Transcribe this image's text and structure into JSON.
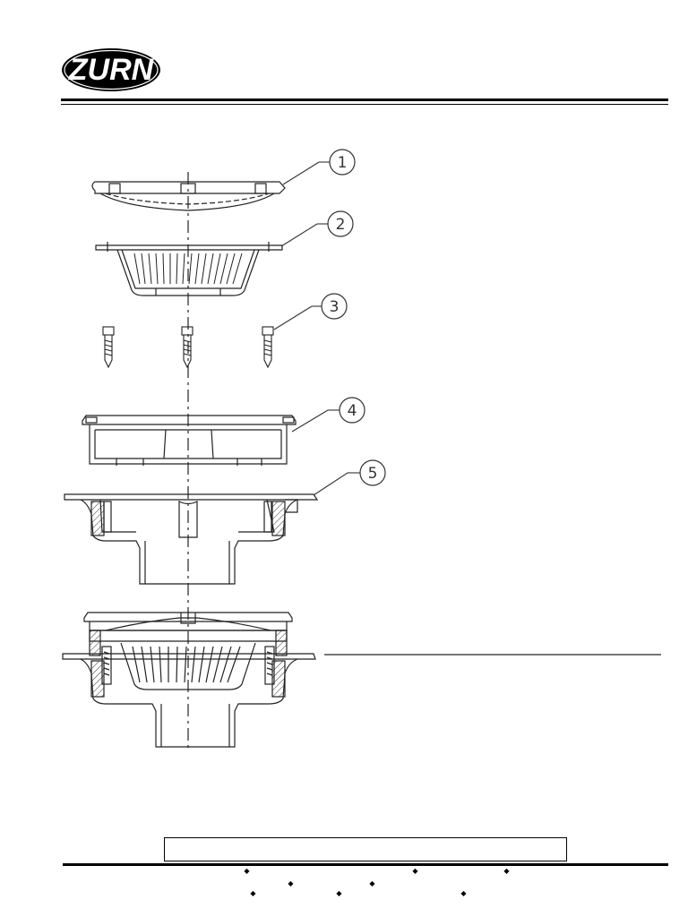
{
  "brand": {
    "name": "ZURN"
  },
  "callouts": [
    "1",
    "2",
    "3",
    "4",
    "5"
  ]
}
